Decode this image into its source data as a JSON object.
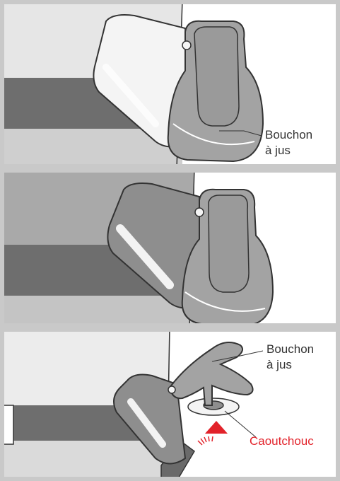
{
  "panels": [
    {
      "id": 1,
      "callouts": [
        {
          "line1": "Bouchon",
          "line2": "à jus"
        }
      ]
    },
    {
      "id": 2,
      "callouts": []
    },
    {
      "id": 3,
      "callouts": [
        {
          "line1": "Bouchon",
          "line2": "à jus"
        },
        {
          "line1": "Caoutchouc",
          "line2": ""
        }
      ]
    }
  ],
  "colors": {
    "frame": "#c9c9c9",
    "cap": "#a3a3a3",
    "dark_band": "#6e6e6e",
    "body": "#d8d8d8",
    "highlight": "#e2222a",
    "text": "#333333"
  },
  "icons": [
    "juice-cap",
    "rubber-seal",
    "push-arrow",
    "motion-arc"
  ]
}
